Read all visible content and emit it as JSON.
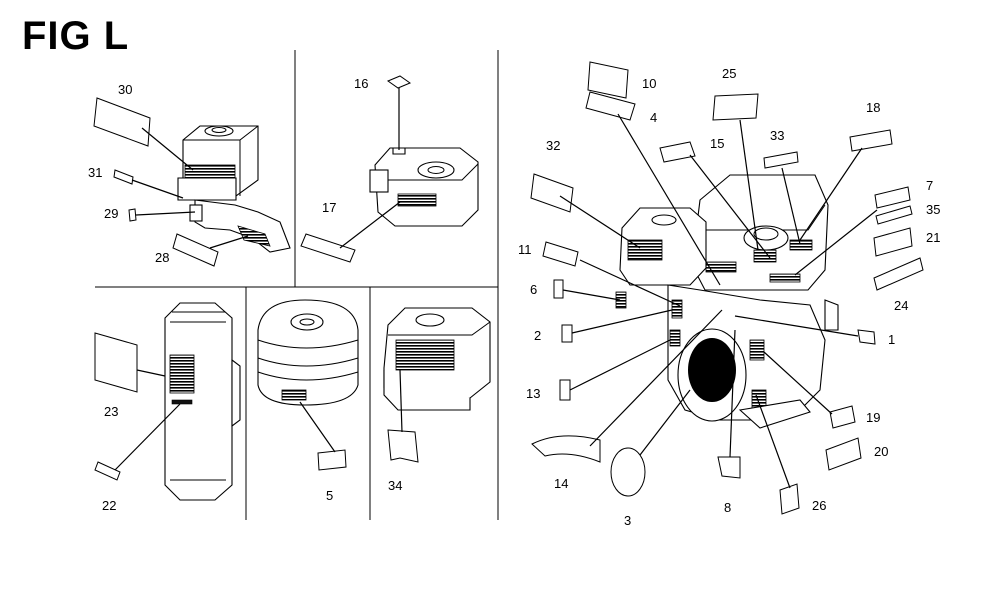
{
  "title": "FIG L",
  "labels": {
    "p1": "1",
    "p2": "2",
    "p3": "3",
    "p4": "4",
    "p5": "5",
    "p6": "6",
    "p7": "7",
    "p8": "8",
    "p10": "10",
    "p11": "11",
    "p13": "13",
    "p14": "14",
    "p15": "15",
    "p16": "16",
    "p17": "17",
    "p18": "18",
    "p19": "19",
    "p20": "20",
    "p21": "21",
    "p22": "22",
    "p23": "23",
    "p24": "24",
    "p25": "25",
    "p26": "26",
    "p28": "28",
    "p29": "29",
    "p30": "30",
    "p31": "31",
    "p32": "32",
    "p33": "33",
    "p34": "34",
    "p35": "35"
  }
}
